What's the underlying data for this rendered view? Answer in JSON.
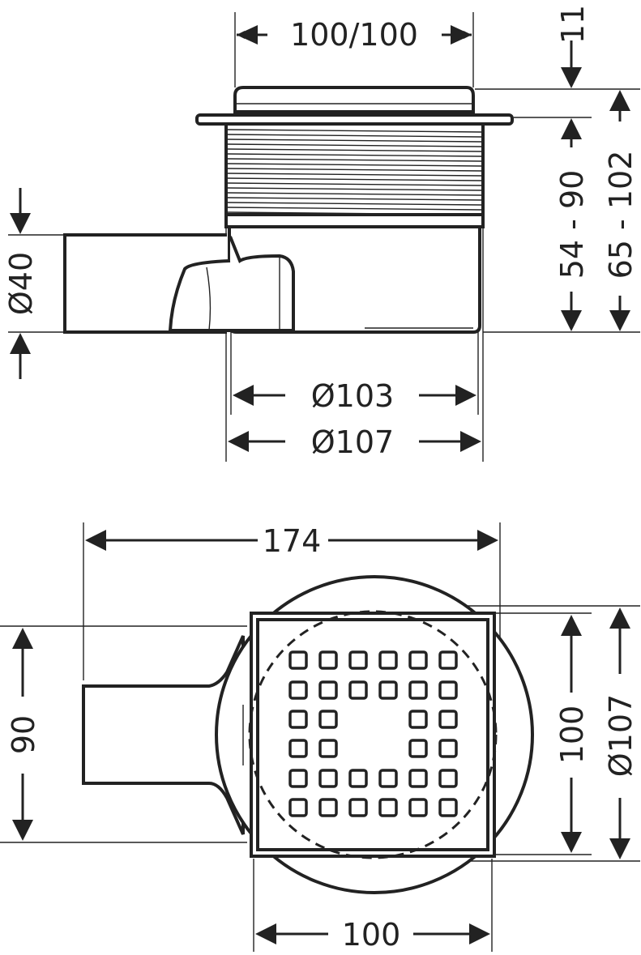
{
  "side_view": {
    "grate_size": "100/100",
    "grate_height": "11",
    "height_range_inner": "54 - 90",
    "height_range_outer": "65 - 102",
    "outlet_diameter": "Ø40",
    "body_diameter_inner": "Ø103",
    "body_diameter_outer": "Ø107"
  },
  "plan_view": {
    "overall_length": "174",
    "outlet_offset": "90",
    "grate_height": "100",
    "flange_diameter": "Ø107",
    "grate_width": "100"
  }
}
